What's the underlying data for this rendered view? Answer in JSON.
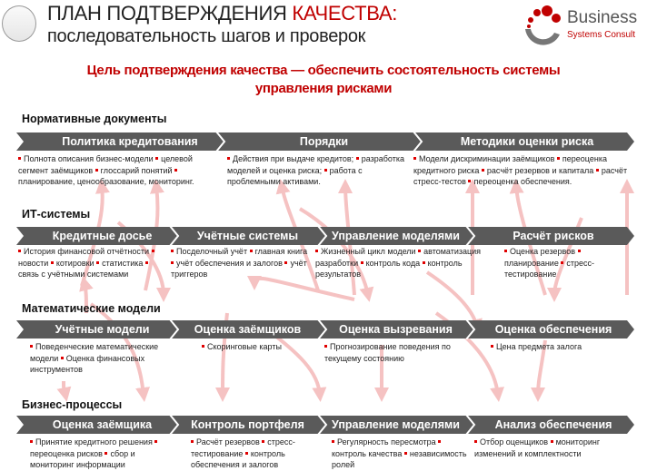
{
  "header": {
    "title_part1": "ПЛАН ПОДТВЕРЖДЕНИЯ ",
    "title_part2": "КАЧЕСТВА:",
    "subtitle": "последовательность шагов и проверок"
  },
  "logo": {
    "name": "Business",
    "tagline": "Systems Consult"
  },
  "goal": {
    "line1": "Цель подтверждения качества — обеспечить состоятельность системы",
    "line2": "управления рисками"
  },
  "colors": {
    "accent": "#c00000",
    "bar": "#5a5a5a",
    "arrow": "#f5bcbc"
  },
  "sections": [
    {
      "title": "Нормативные документы",
      "steps": [
        {
          "label": "Политика кредитования",
          "items": [
            "Полнота описания бизнес-модели",
            "целевой сегмент заёмщиков",
            "глоссарий понятий",
            "планирование, ценообразование, мониторинг."
          ]
        },
        {
          "label": "Порядки",
          "items": [
            "Действия при выдаче кредитов;",
            "разработка моделей и оценка риска;",
            "работа с проблемными активами."
          ]
        },
        {
          "label": "Методики оценки риска",
          "items": [
            "Модели дискриминации заёмщиков",
            "переоценка кредитного риска",
            "расчёт резервов и капитала",
            "расчёт стресс-тестов",
            "переоценка обеспечения."
          ]
        }
      ]
    },
    {
      "title": "ИТ-системы",
      "steps": [
        {
          "label": "Кредитные досье",
          "items": [
            "История финансовой отчётности",
            "новости",
            "котировки",
            "статистика",
            "связь с учётными системами"
          ]
        },
        {
          "label": "Учётные системы",
          "items": [
            "Посделочный учёт",
            "главная книга",
            "учёт обеспечения и залогов",
            "учёт триггеров"
          ]
        },
        {
          "label": "Управление моделями",
          "items": [
            "Жизненный цикл модели",
            "автоматизация разработки",
            "контроль кода",
            "контроль результатов"
          ]
        },
        {
          "label": "Расчёт рисков",
          "items": [
            "Оценка резервов",
            "планирование",
            "стресс-тестирование"
          ]
        }
      ]
    },
    {
      "title": "Математические модели",
      "steps": [
        {
          "label": "Учётные модели",
          "items": [
            "Поведенческие математические модели",
            "Оценка финансовых инструментов"
          ]
        },
        {
          "label": "Оценка заёмщиков",
          "items": [
            "Скоринговые карты"
          ]
        },
        {
          "label": "Оценка вызревания",
          "items": [
            "Прогнозирование поведения по текущему состоянию"
          ]
        },
        {
          "label": "Оценка обеспечения",
          "items": [
            "Цена предмета залога"
          ]
        }
      ]
    },
    {
      "title": "Бизнес-процессы",
      "steps": [
        {
          "label": "Оценка заёмщика",
          "items": [
            "Принятие кредитного решения",
            "переоценка рисков",
            "сбор и мониторинг информации"
          ]
        },
        {
          "label": "Контроль портфеля",
          "items": [
            "Расчёт резервов",
            "стресс-тестирование",
            "контроль обеспечения и залогов"
          ]
        },
        {
          "label": "Управление моделями",
          "items": [
            "Регулярность пересмотра",
            "контроль качества",
            "независимость ролей"
          ]
        },
        {
          "label": "Анализ обеспечения",
          "items": [
            "Отбор оценщиков",
            "мониторинг изменений и комплектности"
          ]
        }
      ]
    }
  ]
}
